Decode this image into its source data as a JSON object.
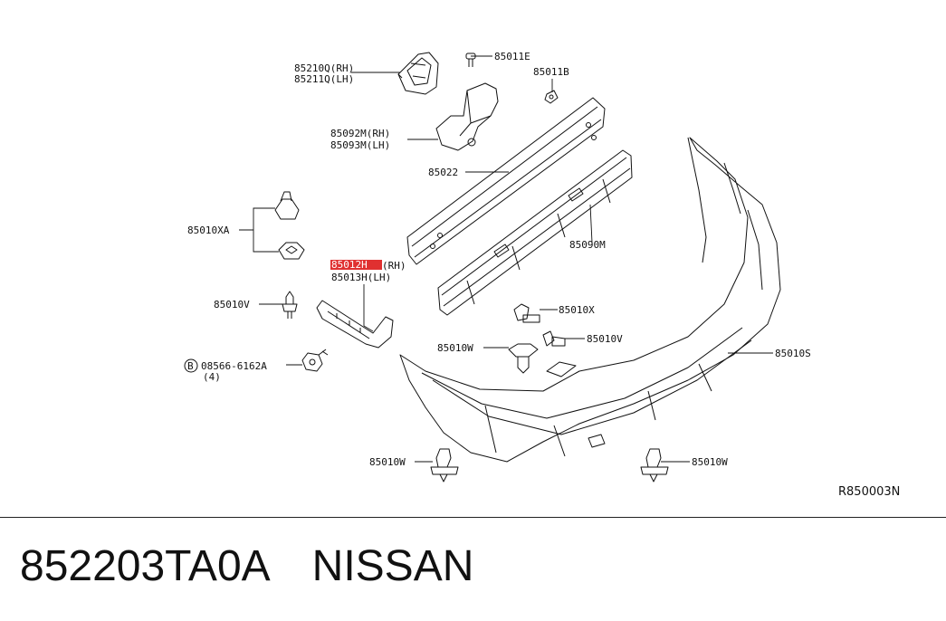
{
  "labels": {
    "l85210q": "85210Q(RH)",
    "l85211q": "85211Q(LH)",
    "l85011e": "85011E",
    "l85011b": "85011B",
    "l85092m": "85092M(RH)",
    "l85093m": "85093M(LH)",
    "l85022": "85022",
    "l85010xa": "85010XA",
    "l85090m": "85090M",
    "l85012h": "85012H",
    "l85012h_side": "(RH)",
    "l85013h": "85013H(LH)",
    "l85010v_left": "85010V",
    "l85010x": "85010X",
    "l85010v_right": "85010V",
    "l85010w_mid": "85010W",
    "l85010s": "85010S",
    "l08566_circle": "B",
    "l08566": "08566-6162A",
    "l08566_qty": "(4)",
    "l85010w_bl": "85010W",
    "l85010w_br": "85010W",
    "diagram_ref": "R850003N"
  },
  "colors": {
    "highlight": "#e03030",
    "line": "#111111"
  },
  "footer": {
    "part_number": "852203TA0A",
    "brand": "NISSAN"
  }
}
